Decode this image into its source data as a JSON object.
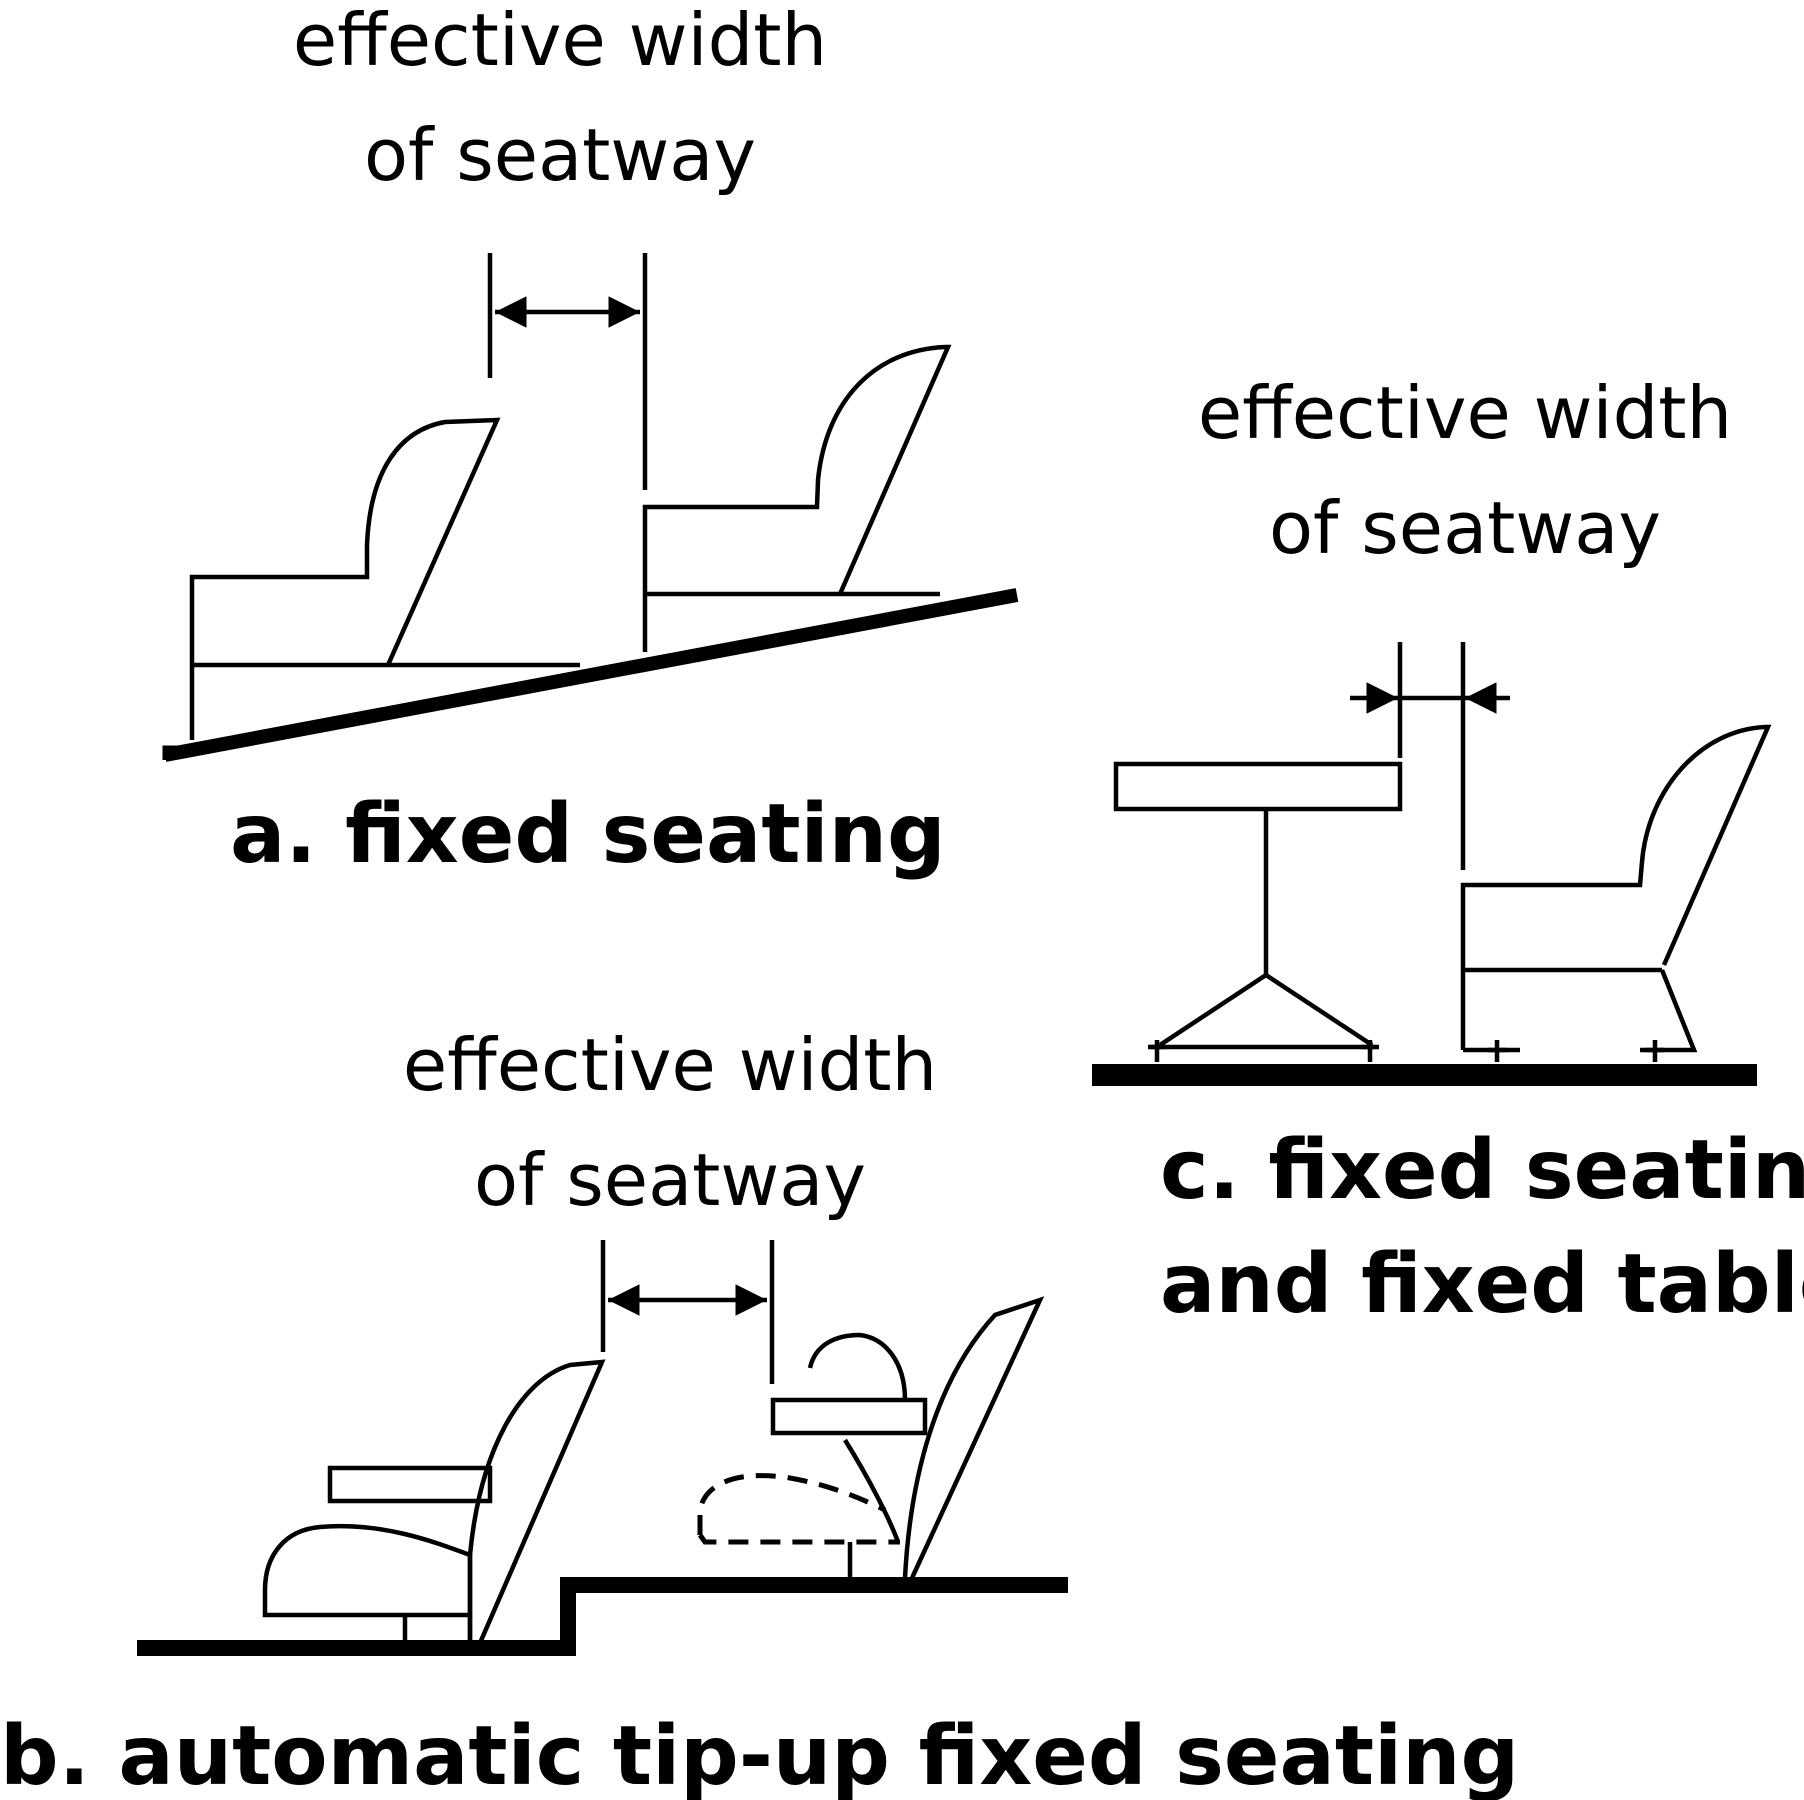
{
  "colors": {
    "ink": "#000000",
    "background": "#ffffff"
  },
  "panel_a": {
    "label_line1": "effective width",
    "label_line2": "of seatway",
    "caption": "a. fixed seating"
  },
  "panel_b": {
    "label_line1": "effective width",
    "label_line2": "of seatway",
    "caption": "b. automatic tip-up fixed seating"
  },
  "panel_c": {
    "label_line1": "effective width",
    "label_line2": "of seatway",
    "caption_line1": "c. fixed seating",
    "caption_line2": "and fixed table"
  }
}
